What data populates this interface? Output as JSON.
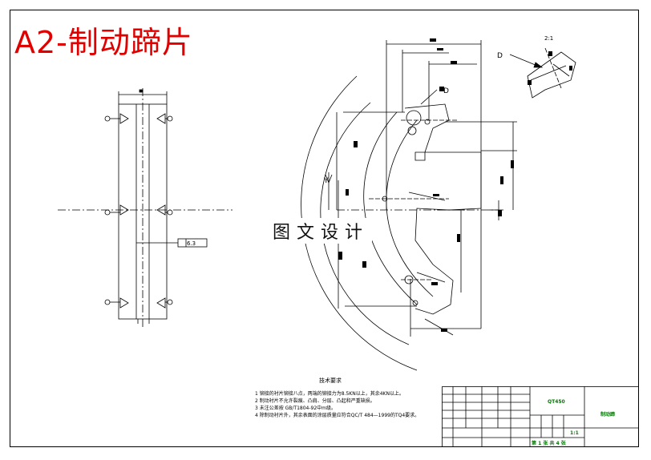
{
  "title": "A2-制动蹄片",
  "watermark": "图文设计",
  "labels": {
    "detail_d": "D",
    "detail_d_leader": "D",
    "scale": "2:1",
    "y_mark": "Y",
    "roughness": "6.3"
  },
  "notes": {
    "heading": "技术要求",
    "items": [
      "1 铆接的衬片铆接八点，两端的铆接力为8.5KN以上，其余4KN以上。",
      "2 制动衬片不允许裂痕、凸肩、分层、凸起和严重缺损。",
      "3 未注公差按 GB/T1804-92中m级。",
      "4 除制动衬片外，其余表面的涂层质量应符合QC/T 484—1999的TQ4要求。"
    ]
  },
  "title_block": {
    "name": "制动蹄",
    "material": "QT450",
    "scale": "1:1",
    "sheet": "第 1 张  共 4 张"
  },
  "colors": {
    "title": "#e00000",
    "titleblock_text": "#007a00"
  }
}
